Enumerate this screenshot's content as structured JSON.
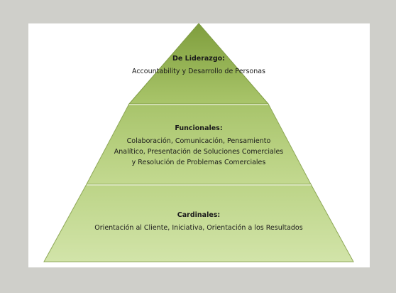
{
  "pyramid": {
    "tiers": [
      {
        "title": "De Liderazgo:",
        "body": "Accountability y Desarrollo de Personas"
      },
      {
        "title": "Funcionales:",
        "body": "Colaboración, Comunicación, Pensamiento Analítico, Presentación de Soluciones Comerciales y Resolución de Problemas Comerciales"
      },
      {
        "title": "Cardinales:",
        "body": "Orientación al Cliente, Iniciativa, Orientación a los Resultados"
      }
    ],
    "colors": {
      "top": "#9ab85a",
      "middle": "#b5cf7d",
      "bottom": "#c7dc97",
      "edge": "#7f9c45"
    }
  }
}
